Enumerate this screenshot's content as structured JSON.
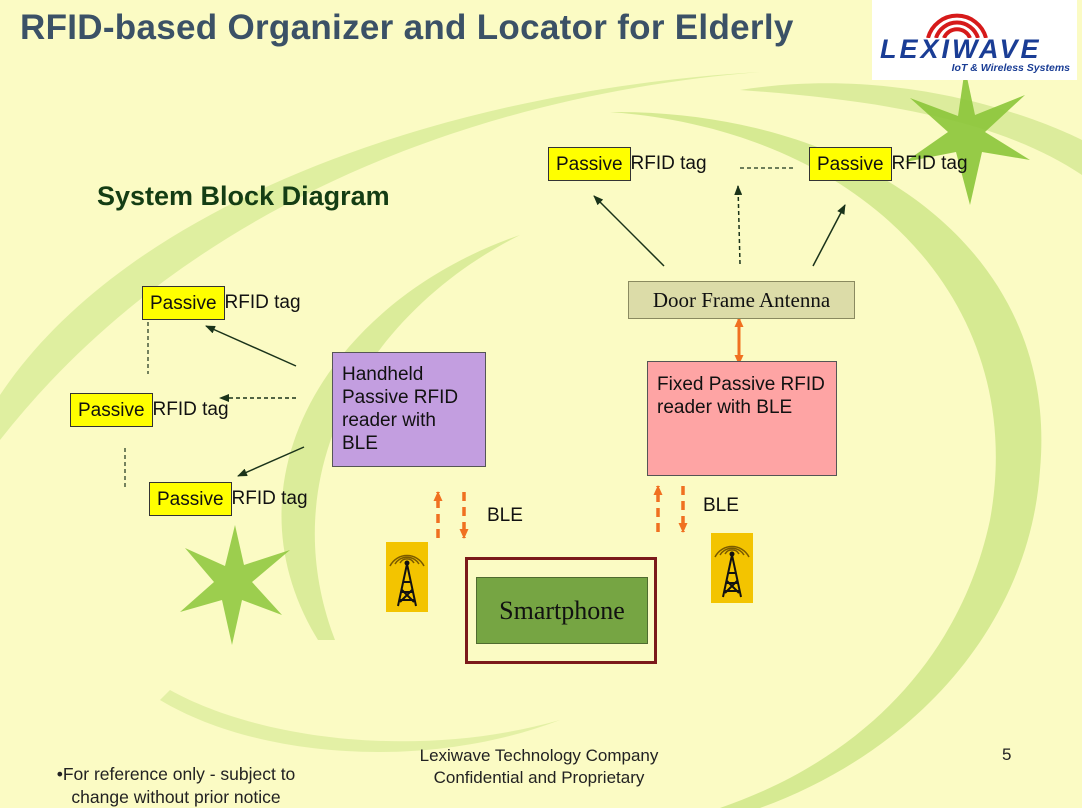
{
  "title": "RFID-based Organizer and Locator for Elderly",
  "logo": {
    "word": "LEXIWAVE",
    "tagline": "IoT & Wireless Systems"
  },
  "subtitle": "System Block Diagram",
  "tags": {
    "left_top": {
      "highlight": "Passive",
      "rest": " RFID tag"
    },
    "left_mid": {
      "highlight": "Passive",
      "rest": " RFID tag"
    },
    "left_bottom": {
      "highlight": "Passive",
      "rest": " RFID tag"
    },
    "right_left": {
      "highlight": "Passive",
      "rest": " RFID tag"
    },
    "right_right": {
      "highlight": "Passive",
      "rest": " RFID tag"
    }
  },
  "blocks": {
    "handheld": "Handheld Passive RFID reader with BLE",
    "fixed": "Fixed Passive RFID reader with BLE",
    "antenna": "Door Frame Antenna",
    "smartphone": "Smartphone"
  },
  "links": {
    "ble_left": "BLE",
    "ble_right": "BLE"
  },
  "footer": {
    "note": "•For reference only - subject to change without prior notice",
    "company": "Lexiwave Technology Company Confidential and Proprietary",
    "page": "5"
  },
  "colors": {
    "background": "#fbfbc4",
    "swoosh": "#cfe68a",
    "tag_fill": "#ffff00",
    "handheld_fill": "#c39ee0",
    "fixed_fill": "#fea4a4",
    "antenna_fill": "#dcdca8",
    "smartphone_fill": "#76a543",
    "smartphone_frame": "#7b1a1a",
    "ble_arrow": "#f07020",
    "title": "#3b5166",
    "subtitle": "#143d14"
  }
}
